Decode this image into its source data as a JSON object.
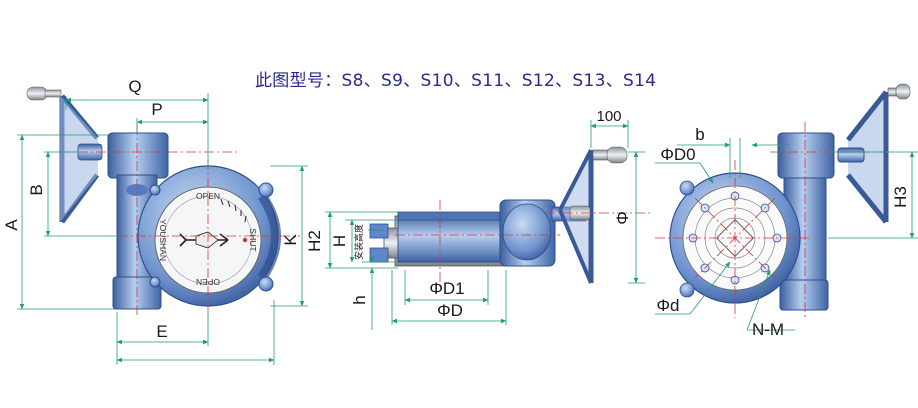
{
  "title": "此图型号：S8、S9、S10、S11、S12、S13、S14",
  "colors": {
    "body": "#5f86c8",
    "body_light": "#a9c3ec",
    "body_dark": "#2f4f8f",
    "dimension_line": "#1f9e74",
    "center_line": "#d23a3a"
  },
  "labels": {
    "Q": "Q",
    "P": "P",
    "A": "A",
    "B": "B",
    "K": "K",
    "E": "E",
    "H2": "H2",
    "H": "H",
    "h": "h",
    "install_height": "安装高度",
    "D1": "ΦD1",
    "D": "ΦD",
    "L100": "100",
    "phi": "Φ",
    "b": "b",
    "D0": "ΦD0",
    "d": "Φd",
    "NM": "N-M",
    "H3": "H3"
  },
  "dial": {
    "open_top": "OPEN",
    "open_bottom": "OPEN",
    "shut": "SHUT",
    "brand": "YOUSHAN"
  }
}
